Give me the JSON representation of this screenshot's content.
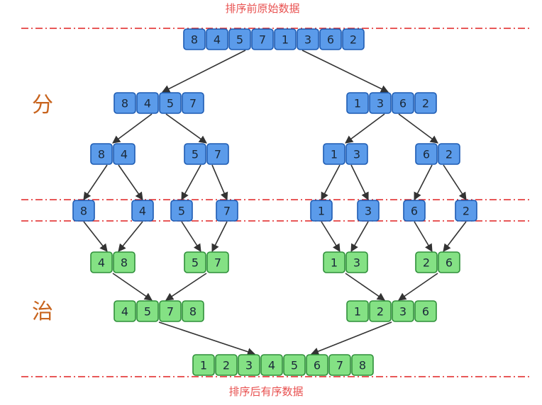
{
  "top_caption": "排序前原始数据",
  "bottom_caption": "排序后有序数据",
  "divide_label": "分",
  "conquer_label": "治",
  "colors": {
    "divide_fill": "#5b9bea",
    "divide_stroke": "#1e5cb3",
    "merge_fill": "#84e184",
    "merge_stroke": "#2f8f3a",
    "arrow": "#333333",
    "dash_line": "#e02020",
    "caption": "#e8504f",
    "label": "#c8641e"
  },
  "original": [
    8,
    4,
    5,
    7,
    1,
    3,
    6,
    2
  ],
  "split_level_1": [
    [
      8,
      4,
      5,
      7
    ],
    [
      1,
      3,
      6,
      2
    ]
  ],
  "split_level_2": [
    [
      8,
      4
    ],
    [
      5,
      7
    ],
    [
      1,
      3
    ],
    [
      6,
      2
    ]
  ],
  "singles": [
    8,
    4,
    5,
    7,
    1,
    3,
    6,
    2
  ],
  "merge_level_1": [
    [
      4,
      8
    ],
    [
      5,
      7
    ],
    [
      1,
      3
    ],
    [
      2,
      6
    ]
  ],
  "merge_level_2": [
    [
      4,
      5,
      7,
      8
    ],
    [
      1,
      2,
      3,
      6
    ]
  ],
  "sorted": [
    1,
    2,
    3,
    4,
    5,
    6,
    7,
    8
  ]
}
